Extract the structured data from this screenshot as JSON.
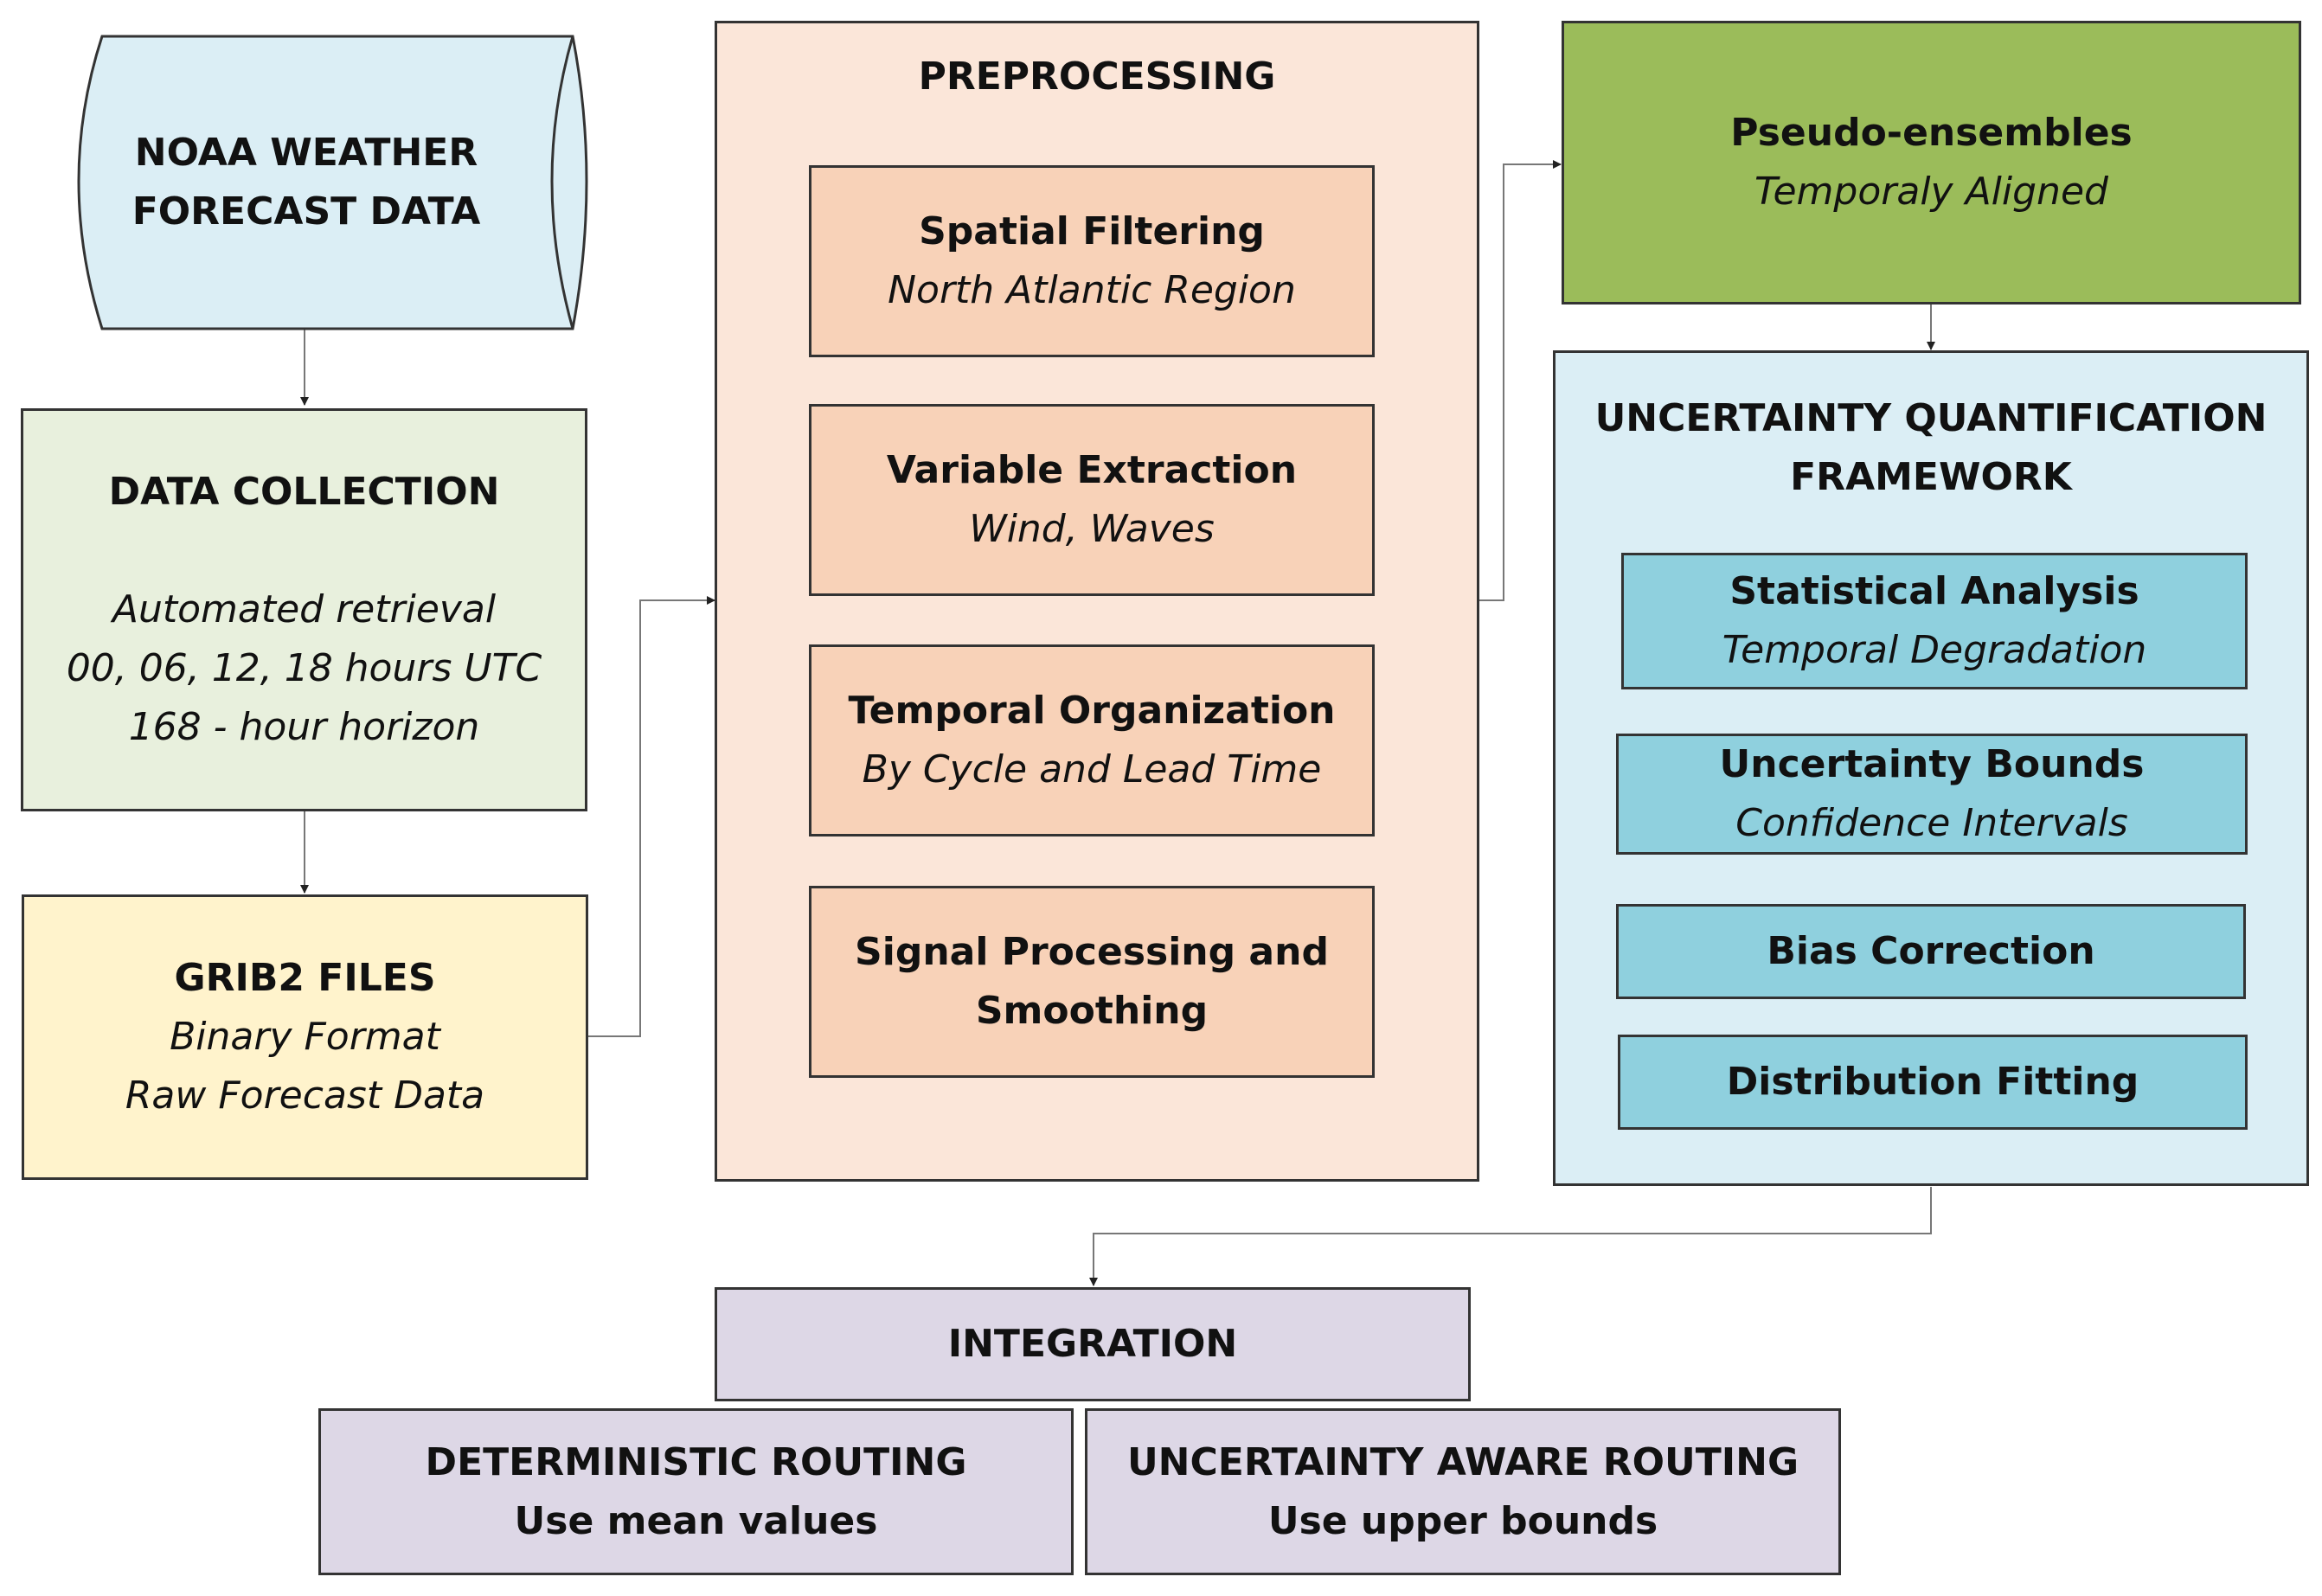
{
  "noaa": {
    "line1": "NOAA WEATHER",
    "line2": "FORECAST DATA"
  },
  "data_collection": {
    "title": "DATA COLLECTION",
    "line1": "Automated retrieval",
    "line2": "00, 06, 12, 18 hours UTC",
    "line3": "168 - hour horizon"
  },
  "grib2": {
    "title": "GRIB2 FILES",
    "line1": "Binary Format",
    "line2": "Raw Forecast Data"
  },
  "preprocessing": {
    "title": "PREPROCESSING",
    "steps": [
      {
        "title": "Spatial Filtering",
        "subtitle": "North Atlantic Region"
      },
      {
        "title": "Variable Extraction",
        "subtitle": "Wind, Waves"
      },
      {
        "title": "Temporal Organization",
        "subtitle": "By Cycle and Lead Time"
      },
      {
        "title_line1": "Signal Processing and",
        "title_line2": "Smoothing"
      }
    ]
  },
  "pseudo_ensembles": {
    "title": "Pseudo-ensembles",
    "subtitle": "Temporaly Aligned"
  },
  "uq_framework": {
    "title_line1": "UNCERTAINTY QUANTIFICATION",
    "title_line2": "FRAMEWORK",
    "items": [
      {
        "title": "Statistical Analysis",
        "subtitle": "Temporal Degradation"
      },
      {
        "title": "Uncertainty Bounds",
        "subtitle": "Confidence Intervals"
      },
      {
        "title": "Bias Correction"
      },
      {
        "title": "Distribution Fitting"
      }
    ]
  },
  "integration": {
    "title": "INTEGRATION"
  },
  "deterministic": {
    "title": "DETERMINISTIC ROUTING",
    "subtitle": "Use mean values"
  },
  "uncertainty_aware": {
    "title": "UNCERTAINTY AWARE ROUTING",
    "subtitle": "Use upper bounds"
  },
  "colors": {
    "noaa_fill": "#dbeef5",
    "data_collection_fill": "#e8f0dd",
    "grib2_fill": "#fff3cc",
    "preprocessing_fill": "#fbe6d9",
    "preprocessing_step_fill": "#f8d2b8",
    "pseudo_ensembles_fill": "#9bbc5a",
    "uq_fill": "#dbeef5",
    "uq_item_fill": "#8fd0de",
    "integration_fill": "#ddd7e6"
  }
}
